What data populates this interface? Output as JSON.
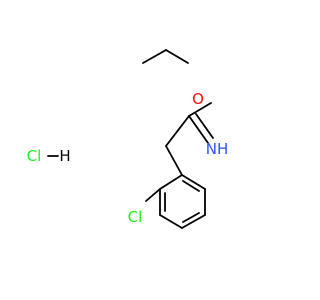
{
  "molecule": {
    "atoms": {
      "oxygen": {
        "label": "O",
        "color": "#ff0d0d"
      },
      "imine_nitrogen": {
        "label": "NH",
        "color": "#3050f8"
      },
      "ring_chlorine": {
        "label": "Cl",
        "color": "#1ff01f"
      }
    },
    "salt": {
      "chlorine": {
        "label": "Cl",
        "color": "#1ff01f"
      },
      "hydrogen": {
        "label": "H",
        "color": "#000000"
      }
    },
    "bond_color": "#000000"
  }
}
